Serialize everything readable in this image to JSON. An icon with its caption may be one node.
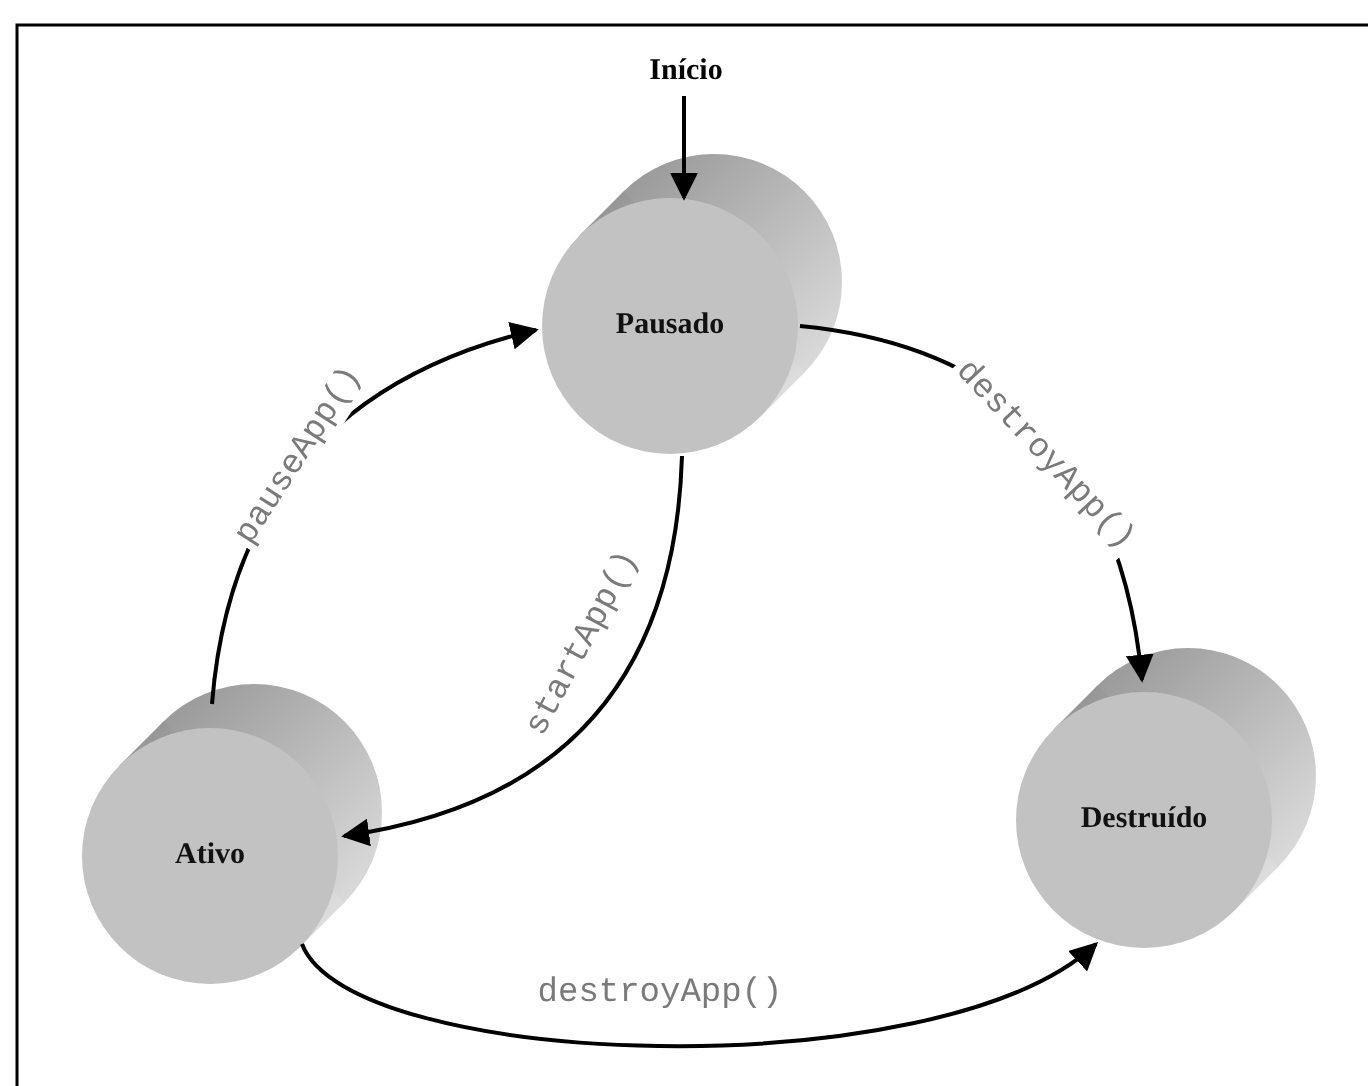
{
  "diagram": {
    "nodes": [
      {
        "text": [
          "Início"
        ]
      },
      {
        "text": [
          "Pausado"
        ]
      },
      {
        "text": [
          "Ativo"
        ]
      },
      {
        "text": [
          "Destruído"
        ]
      }
    ],
    "edges": [
      {
        "from": 0,
        "to": 1,
        "arrow": "to"
      },
      {
        "from": 2,
        "to": 1,
        "arrow": "to",
        "label": "pauseApp()"
      },
      {
        "from": 1,
        "to": 2,
        "arrow": "to",
        "label": "startApp()"
      },
      {
        "from": 1,
        "to": 3,
        "arrow": "to",
        "label": "destroyApp()"
      },
      {
        "from": 2,
        "to": 3,
        "arrow": "to",
        "label": "destroyApp()"
      }
    ]
  }
}
